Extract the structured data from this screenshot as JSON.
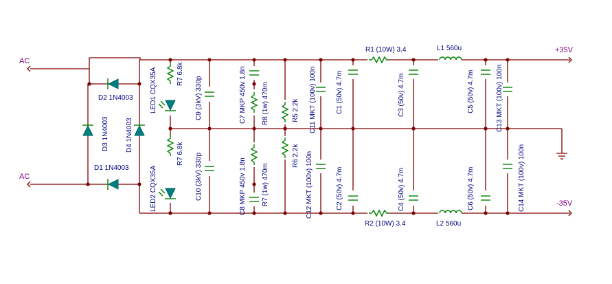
{
  "schematic": {
    "ports": {
      "ac_top": "AC",
      "ac_bottom": "AC",
      "plus": "+35V",
      "minus": "-35V"
    },
    "labels": {
      "d2": "D2 1N4003",
      "d1": "D1 1N4003",
      "d3": "D3 1N4003",
      "d4": "D4 1N4003",
      "r7_top": "R7 6.8k",
      "r7_bot": "R7 6.8k",
      "led1": "LED1 CQX35A",
      "led2": "LED2 CQX35A",
      "c9": "C9 (3kV) 330p",
      "c10": "C10 (3kV) 330p",
      "c7": "C7 MKP 450v 1.8n",
      "c8": "C8 MKP 450v 1.8n",
      "r8": "R8 (1w) 470m",
      "r7_1w": "R7 (1w) 470m",
      "r5": "R5 2.2k",
      "r6": "R6 2.2k",
      "c11": "C11 MKT (100v) 100n",
      "c12": "C12 MKT (100v) 100n",
      "c1": "C1 (50v) 4.7m",
      "c2": "C2 (50v) 4.7m",
      "r1": "R1 (10W) 3.4",
      "r2": "R2 (10W) 3.4",
      "c3": "C3 (50v) 4.7m",
      "c4": "C4 (50v) 4.7m",
      "l1": "L1 560u",
      "l2": "L2 560u",
      "c5": "C5 (50v) 4.7m",
      "c6": "C6 (50v) 4.7m",
      "c13": "C13 MKT (100v) 100n",
      "c14": "C14 MKT (100v) 100n"
    },
    "colors": {
      "wire": "#800000",
      "component": "#008000",
      "label": "#000080",
      "port": "#800080",
      "diode": "#008080"
    }
  }
}
